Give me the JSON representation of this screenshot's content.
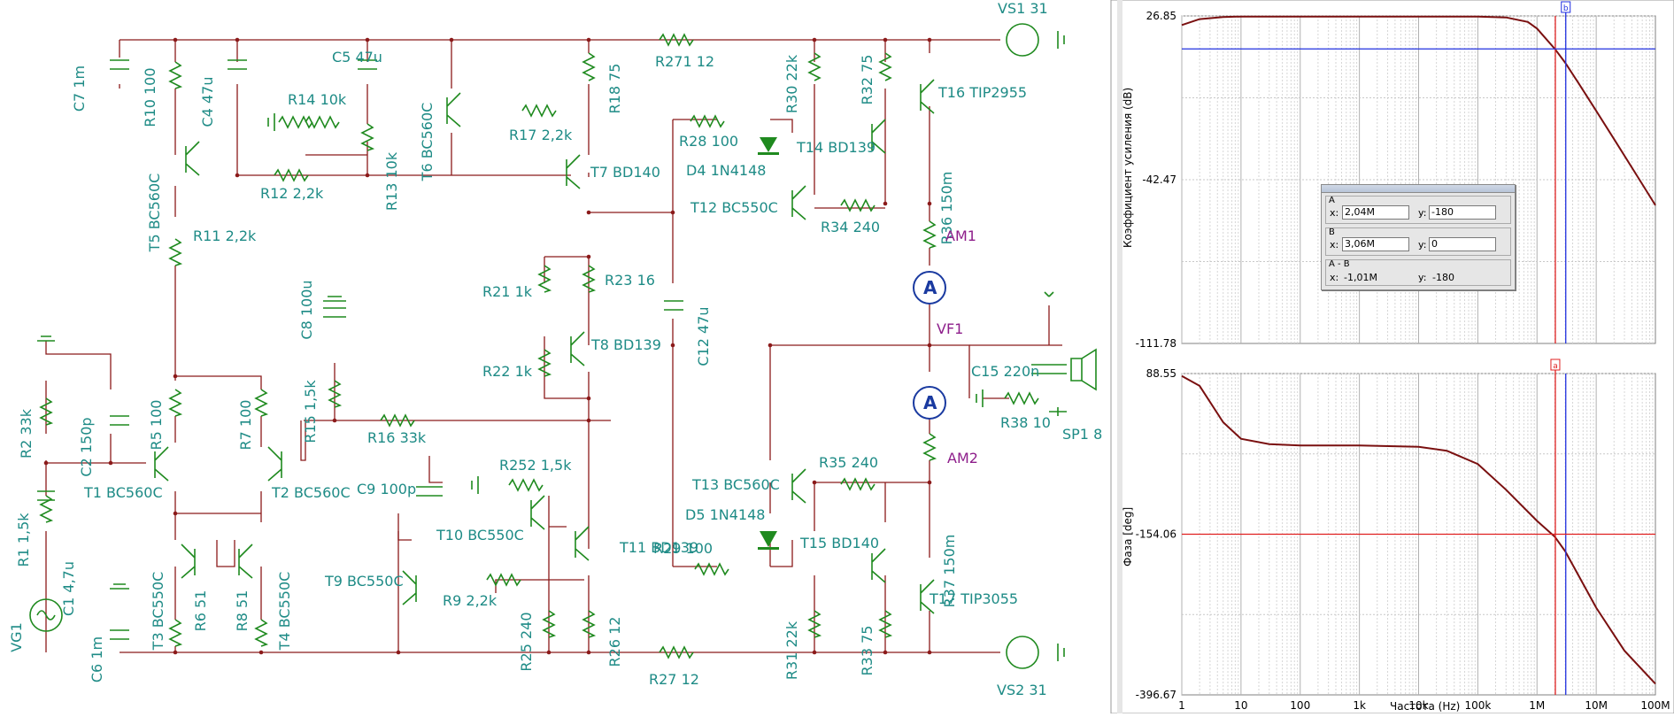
{
  "schematic": {
    "labels": [
      "C7 1m",
      "R10 100",
      "C4 47u",
      "C5 47u",
      "R14 10k",
      "T6 BC560C",
      "R17 2,2k",
      "R18 75",
      "R271 12",
      "R30 22k",
      "R32 75",
      "T16 TIP2955",
      "VS1 31",
      "T5 BC560C",
      "R12 2,2k",
      "R13 10k",
      "T7 BD140",
      "R28 100",
      "D4 1N4148",
      "T14 BD139",
      "R36 150m",
      "T12 BC550C",
      "R34 240",
      "R11 2,2k",
      "R21 1k",
      "R23 16",
      "C8 100u",
      "T8 BD139",
      "C12 47u",
      "R22 1k",
      "R2 33k",
      "C2 150p",
      "R5 100",
      "R7 100",
      "R15 1,5k",
      "R16 33k",
      "C15 220n",
      "R38 10",
      "SP1 8",
      "T1 BC560C",
      "T2 BC560C",
      "C9 100p",
      "R252 1,5k",
      "R35 240",
      "T13 BC560C",
      "R1 1,5k",
      "C1 4,7u",
      "T10 BC550C",
      "D5 1N4148",
      "T11 BD139",
      "R29 100",
      "T15 BD140",
      "R37 150m",
      "T3 BC550C",
      "R6 51",
      "R8 51",
      "T4 BC550C",
      "T9 BC550C",
      "R9 2,2k",
      "T17 TIP3055",
      "VG1",
      "C6 1m",
      "R25 240",
      "R26 12",
      "R31 22k",
      "R33 75",
      "R27 12",
      "VS2 31"
    ],
    "probe_labels": [
      "AM1",
      "VF1",
      "AM2"
    ]
  },
  "plot_top": {
    "ylabel": "Коэффициент усиления (dB)",
    "yticks": [
      "26.85",
      "-42.47",
      "-111.78"
    ]
  },
  "plot_bottom": {
    "ylabel": "Фаза [deg]",
    "yticks": [
      "88.55",
      "-154.06",
      "-396.67"
    ],
    "xlabel": "Частота (Hz)",
    "xticks": [
      "1",
      "10",
      "100",
      "1k",
      "10k",
      "100k",
      "1M",
      "10M",
      "100M"
    ]
  },
  "cursor_panel": {
    "a_header": "A",
    "a_x": "2,04M",
    "a_y": "-180",
    "b_header": "B",
    "b_x": "3,06M",
    "b_y": "0",
    "diff_header": "A - B",
    "diff_x": "-1,01M",
    "diff_y": "-180",
    "x_label": "x:",
    "y_label": "y:"
  },
  "cursor_markers": {
    "a": "a",
    "b": "b"
  },
  "colors": {
    "wire": "#8b1a1a",
    "component": "#1f8a1f",
    "label": "#1e8b86",
    "probe": "#8e1e8b",
    "curve": "#7a1010",
    "cursor_a": "#e02020",
    "cursor_b": "#2030e0"
  },
  "chart_data": [
    {
      "type": "line",
      "xscale": "log",
      "xlim": [
        1,
        100000000
      ],
      "ylim": [
        -111.78,
        26.85
      ],
      "ylabel": "Коэффициент усиления (dB)",
      "yticks": [
        26.85,
        -42.47,
        -111.78
      ],
      "grid": true,
      "series": [
        {
          "x": [
            1,
            2,
            5,
            10,
            100,
            1000,
            10000,
            100000,
            300000,
            700000,
            1000000,
            2000000,
            3000000,
            5000000,
            10000000,
            20000000,
            50000000,
            100000000
          ],
          "y": [
            23.0,
            25.5,
            26.4,
            26.6,
            26.6,
            26.6,
            26.6,
            26.6,
            26.2,
            24.3,
            21.5,
            12.9,
            7.0,
            -1.5,
            -13.3,
            -25.3,
            -41.2,
            -53.3
          ]
        }
      ]
    },
    {
      "type": "line",
      "xscale": "log",
      "xlim": [
        1,
        100000000
      ],
      "ylim": [
        -396.67,
        88.55
      ],
      "xlabel": "Частота (Hz)",
      "ylabel": "Фаза [deg]",
      "xticks": [
        "1",
        "10",
        "100",
        "1k",
        "10k",
        "100k",
        "1M",
        "10M",
        "100M"
      ],
      "yticks": [
        88.55,
        -154.06,
        -396.67
      ],
      "grid": true,
      "series": [
        {
          "x": [
            1,
            2,
            5,
            10,
            30,
            100,
            1000,
            10000,
            30000,
            100000,
            300000,
            1000000,
            2000000,
            3000000,
            10000000,
            30000000,
            100000000
          ],
          "y": [
            85,
            70,
            15,
            -10,
            -18,
            -20,
            -20,
            -22,
            -28,
            -48,
            -87,
            -134,
            -158,
            -180,
            -265,
            -330,
            -380
          ]
        }
      ]
    }
  ]
}
